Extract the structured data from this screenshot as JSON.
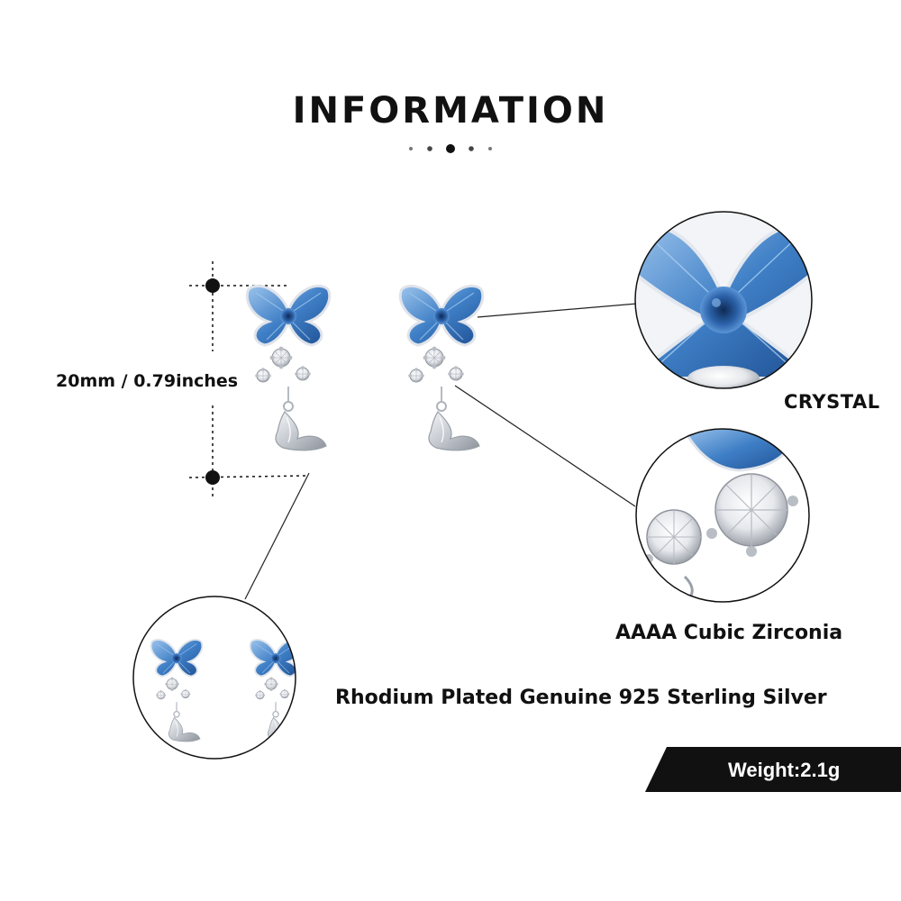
{
  "header": {
    "title": "INFORMATION"
  },
  "dimension": {
    "label": "20mm / 0.79inches"
  },
  "callouts": {
    "crystal": "CRYSTAL",
    "zirconia": "AAAA Cubic Zirconia",
    "silver": "Rhodium Plated Genuine 925 Sterling Silver"
  },
  "badge": {
    "weight": "Weight:2.1g"
  },
  "colors": {
    "crystal_blue": "#3f7fc6",
    "crystal_dark": "#163f7a",
    "silver": "#c9ccd2",
    "badge_bg": "#111111",
    "text": "#111111"
  }
}
